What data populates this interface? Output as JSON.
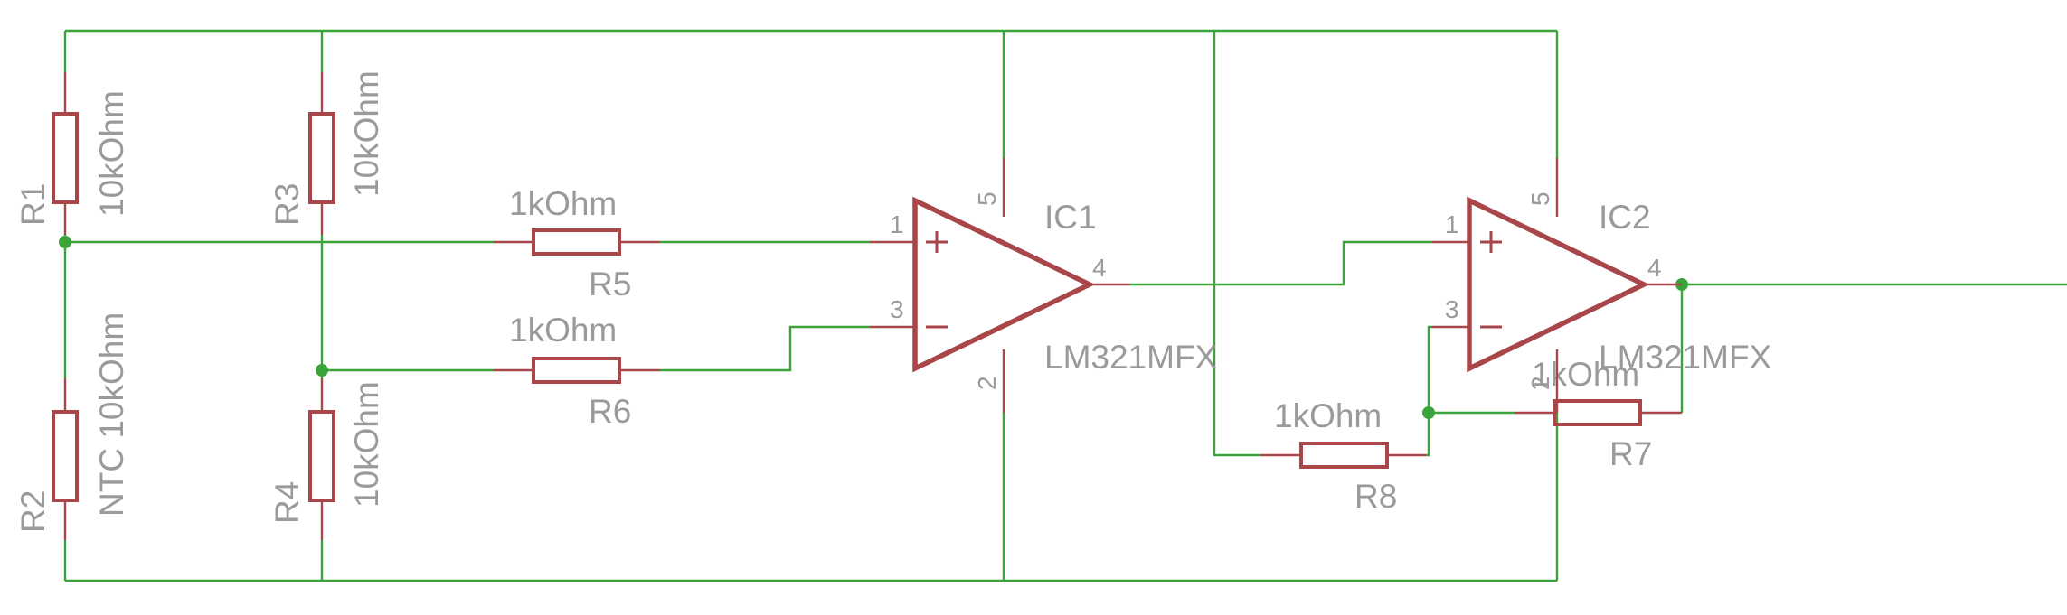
{
  "parts": {
    "r1": {
      "name": "R1",
      "value": "10kOhm"
    },
    "r2": {
      "name": "R2",
      "value": "NTC 10kOhm"
    },
    "r3": {
      "name": "R3",
      "value": "10kOhm"
    },
    "r4": {
      "name": "R4",
      "value": "10kOhm"
    },
    "r5": {
      "name": "R5",
      "value": "1kOhm"
    },
    "r6": {
      "name": "R6",
      "value": "1kOhm"
    },
    "r7": {
      "name": "R7",
      "value": "1kOhm"
    },
    "r8": {
      "name": "R8",
      "value": "1kOhm"
    },
    "ic1": {
      "name": "IC1",
      "value": "LM321MFX"
    },
    "ic2": {
      "name": "IC2",
      "value": "LM321MFX"
    }
  },
  "pins": {
    "ic1": {
      "noninv": "1",
      "inv": "3",
      "out": "4",
      "vplus": "5",
      "vminus": "2"
    },
    "ic2": {
      "noninv": "1",
      "inv": "3",
      "out": "4",
      "vplus": "5",
      "vminus": "2"
    }
  },
  "colors": {
    "wire": "#3aa33a",
    "component": "#a8464a",
    "label": "#9a9a9a"
  }
}
